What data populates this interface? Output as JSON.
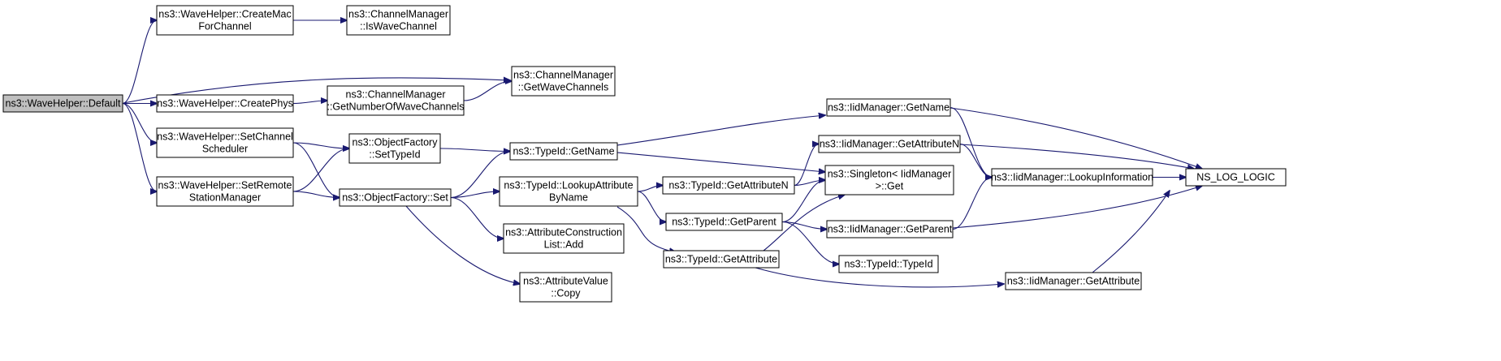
{
  "colors": {
    "edge": "#191970",
    "node_fill": "#ffffff",
    "root_fill": "#bfbfbf",
    "node_border": "#000000"
  },
  "nodes": [
    {
      "id": "default",
      "lines": [
        "ns3::WaveHelper::Default"
      ],
      "root": true
    },
    {
      "id": "createMac",
      "lines": [
        "ns3::WaveHelper::CreateMac",
        "ForChannel"
      ]
    },
    {
      "id": "isWave",
      "lines": [
        "ns3::ChannelManager",
        "::IsWaveChannel"
      ]
    },
    {
      "id": "getWaveCh",
      "lines": [
        "ns3::ChannelManager",
        "::GetWaveChannels"
      ]
    },
    {
      "id": "createPhys",
      "lines": [
        "ns3::WaveHelper::CreatePhys"
      ]
    },
    {
      "id": "getNum",
      "lines": [
        "ns3::ChannelManager",
        "::GetNumberOfWaveChannels"
      ]
    },
    {
      "id": "setChSched",
      "lines": [
        "ns3::WaveHelper::SetChannel",
        "Scheduler"
      ]
    },
    {
      "id": "setRemote",
      "lines": [
        "ns3::WaveHelper::SetRemote",
        "StationManager"
      ]
    },
    {
      "id": "ofSetTypeId",
      "lines": [
        "ns3::ObjectFactory",
        "::SetTypeId"
      ]
    },
    {
      "id": "ofSet",
      "lines": [
        "ns3::ObjectFactory::Set"
      ]
    },
    {
      "id": "tidGetName",
      "lines": [
        "ns3::TypeId::GetName"
      ]
    },
    {
      "id": "tidLookup",
      "lines": [
        "ns3::TypeId::LookupAttribute",
        "ByName"
      ]
    },
    {
      "id": "acl",
      "lines": [
        "ns3::AttributeConstruction",
        "List::Add"
      ]
    },
    {
      "id": "avCopy",
      "lines": [
        "ns3::AttributeValue",
        "::Copy"
      ]
    },
    {
      "id": "iidGetName",
      "lines": [
        "ns3::IidManager::GetName"
      ]
    },
    {
      "id": "iidGetAttrN",
      "lines": [
        "ns3::IidManager::GetAttributeN"
      ]
    },
    {
      "id": "tidGetAttrN",
      "lines": [
        "ns3::TypeId::GetAttributeN"
      ]
    },
    {
      "id": "singleton",
      "lines": [
        "ns3::Singleton< IidManager",
        ">::Get"
      ]
    },
    {
      "id": "tidGetParent",
      "lines": [
        "ns3::TypeId::GetParent"
      ]
    },
    {
      "id": "tidGetAttr",
      "lines": [
        "ns3::TypeId::GetAttribute"
      ]
    },
    {
      "id": "iidLookup",
      "lines": [
        "ns3::IidManager::LookupInformation"
      ]
    },
    {
      "id": "iidGetParent",
      "lines": [
        "ns3::IidManager::GetParent"
      ]
    },
    {
      "id": "tidTypeId",
      "lines": [
        "ns3::TypeId::TypeId"
      ]
    },
    {
      "id": "iidGetAttr",
      "lines": [
        "ns3::IidManager::GetAttribute"
      ]
    },
    {
      "id": "nsLog",
      "lines": [
        "NS_LOG_LOGIC"
      ]
    }
  ],
  "edges": [
    [
      "default",
      "createMac"
    ],
    [
      "default",
      "getWaveCh"
    ],
    [
      "default",
      "createPhys"
    ],
    [
      "default",
      "setChSched"
    ],
    [
      "default",
      "setRemote"
    ],
    [
      "createMac",
      "isWave"
    ],
    [
      "createPhys",
      "getNum"
    ],
    [
      "getNum",
      "getWaveCh"
    ],
    [
      "setChSched",
      "ofSetTypeId"
    ],
    [
      "setChSched",
      "ofSet"
    ],
    [
      "setRemote",
      "ofSetTypeId"
    ],
    [
      "setRemote",
      "ofSet"
    ],
    [
      "ofSetTypeId",
      "tidGetName"
    ],
    [
      "ofSet",
      "tidGetName"
    ],
    [
      "ofSet",
      "tidLookup"
    ],
    [
      "ofSet",
      "acl"
    ],
    [
      "ofSet",
      "avCopy"
    ],
    [
      "tidGetName",
      "iidGetName"
    ],
    [
      "tidGetName",
      "singleton"
    ],
    [
      "tidLookup",
      "tidGetAttrN"
    ],
    [
      "tidLookup",
      "tidGetParent"
    ],
    [
      "tidLookup",
      "tidGetAttr"
    ],
    [
      "tidGetAttrN",
      "iidGetAttrN"
    ],
    [
      "tidGetAttrN",
      "singleton"
    ],
    [
      "tidGetParent",
      "singleton"
    ],
    [
      "tidGetParent",
      "iidGetParent"
    ],
    [
      "tidGetParent",
      "tidTypeId"
    ],
    [
      "tidGetAttr",
      "singleton"
    ],
    [
      "tidGetAttr",
      "iidGetAttr"
    ],
    [
      "iidGetName",
      "iidLookup"
    ],
    [
      "iidGetName",
      "nsLog"
    ],
    [
      "iidGetAttrN",
      "iidLookup"
    ],
    [
      "iidGetAttrN",
      "nsLog"
    ],
    [
      "iidGetParent",
      "iidLookup"
    ],
    [
      "iidGetParent",
      "nsLog"
    ],
    [
      "iidGetAttr",
      "iidLookup"
    ],
    [
      "iidLookup",
      "nsLog"
    ]
  ]
}
